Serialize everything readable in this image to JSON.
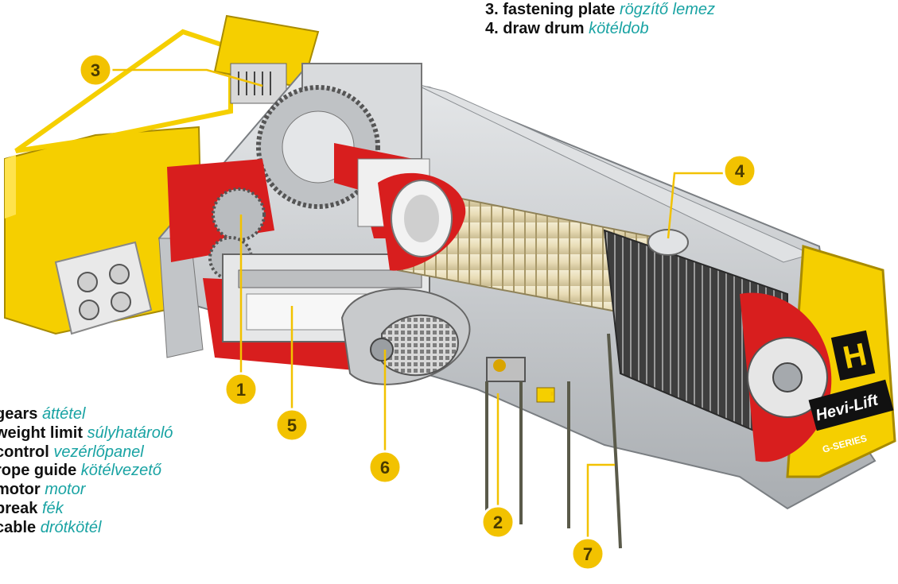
{
  "legend_top": [
    {
      "num": "3.",
      "en": "fastening plate",
      "hu": "rögzítő lemez"
    },
    {
      "num": "4.",
      "en": "draw drum",
      "hu": "kötéldob"
    }
  ],
  "legend_left": [
    {
      "num": "",
      "en": "gears",
      "hu": "áttétel"
    },
    {
      "num": "",
      "en": "weight limit",
      "hu": "súlyhatároló"
    },
    {
      "num": "",
      "en": "control",
      "hu": "vezérlőpanel"
    },
    {
      "num": "",
      "en": "rope guide",
      "hu": "kötélvezető"
    },
    {
      "num": "",
      "en": "motor",
      "hu": "motor"
    },
    {
      "num": "",
      "en": "break",
      "hu": "fék"
    },
    {
      "num": "",
      "en": "cable",
      "hu": "drótkötél"
    }
  ],
  "callouts": [
    "1",
    "2",
    "3",
    "4",
    "5",
    "6",
    "7"
  ],
  "brand": {
    "logo": "H",
    "name": "Hevi-Lift",
    "series": "G-SERIES"
  },
  "colors": {
    "accent_text": "#19a3a3",
    "callout_fill": "#f2c200",
    "yellow_body": "#f5cf00",
    "red_cutaway": "#d81e1e",
    "metal": "#c9ccce"
  }
}
